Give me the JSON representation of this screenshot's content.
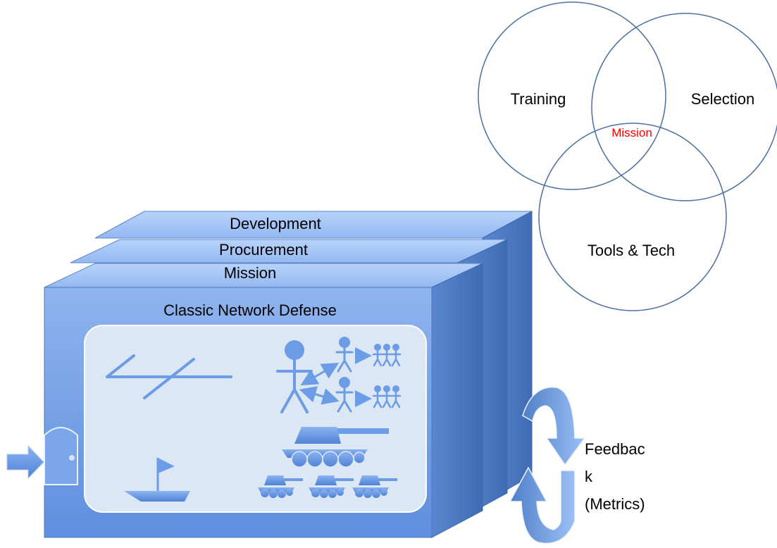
{
  "venn": {
    "training_label": "Training",
    "selection_label": "Selection",
    "tools_label": "Tools & Tech",
    "center_label": "Mission"
  },
  "box": {
    "layer_back_label": "Development",
    "layer_middle_label": "Procurement",
    "layer_front_label": "Mission",
    "front_title": "Classic Network Defense"
  },
  "feedback": {
    "label_lines": [
      "Feedbac",
      "k",
      "(Metrics)"
    ]
  },
  "colors": {
    "venn_stroke": "#4a6fa0",
    "mission_red": "#ff0000",
    "box_face": "#6e9ce6",
    "box_top": "#a4c5f7",
    "box_side": "#4f7dc4",
    "panel": "#dce7f6",
    "icon": "#6b9ce5"
  },
  "icons": [
    "entry-arrow-icon",
    "door-icon",
    "network-lines-icon",
    "sailboat-icon",
    "org-chart-icon",
    "large-tank-icon",
    "small-tank-icon",
    "feedback-cycle-arrow-icon"
  ]
}
